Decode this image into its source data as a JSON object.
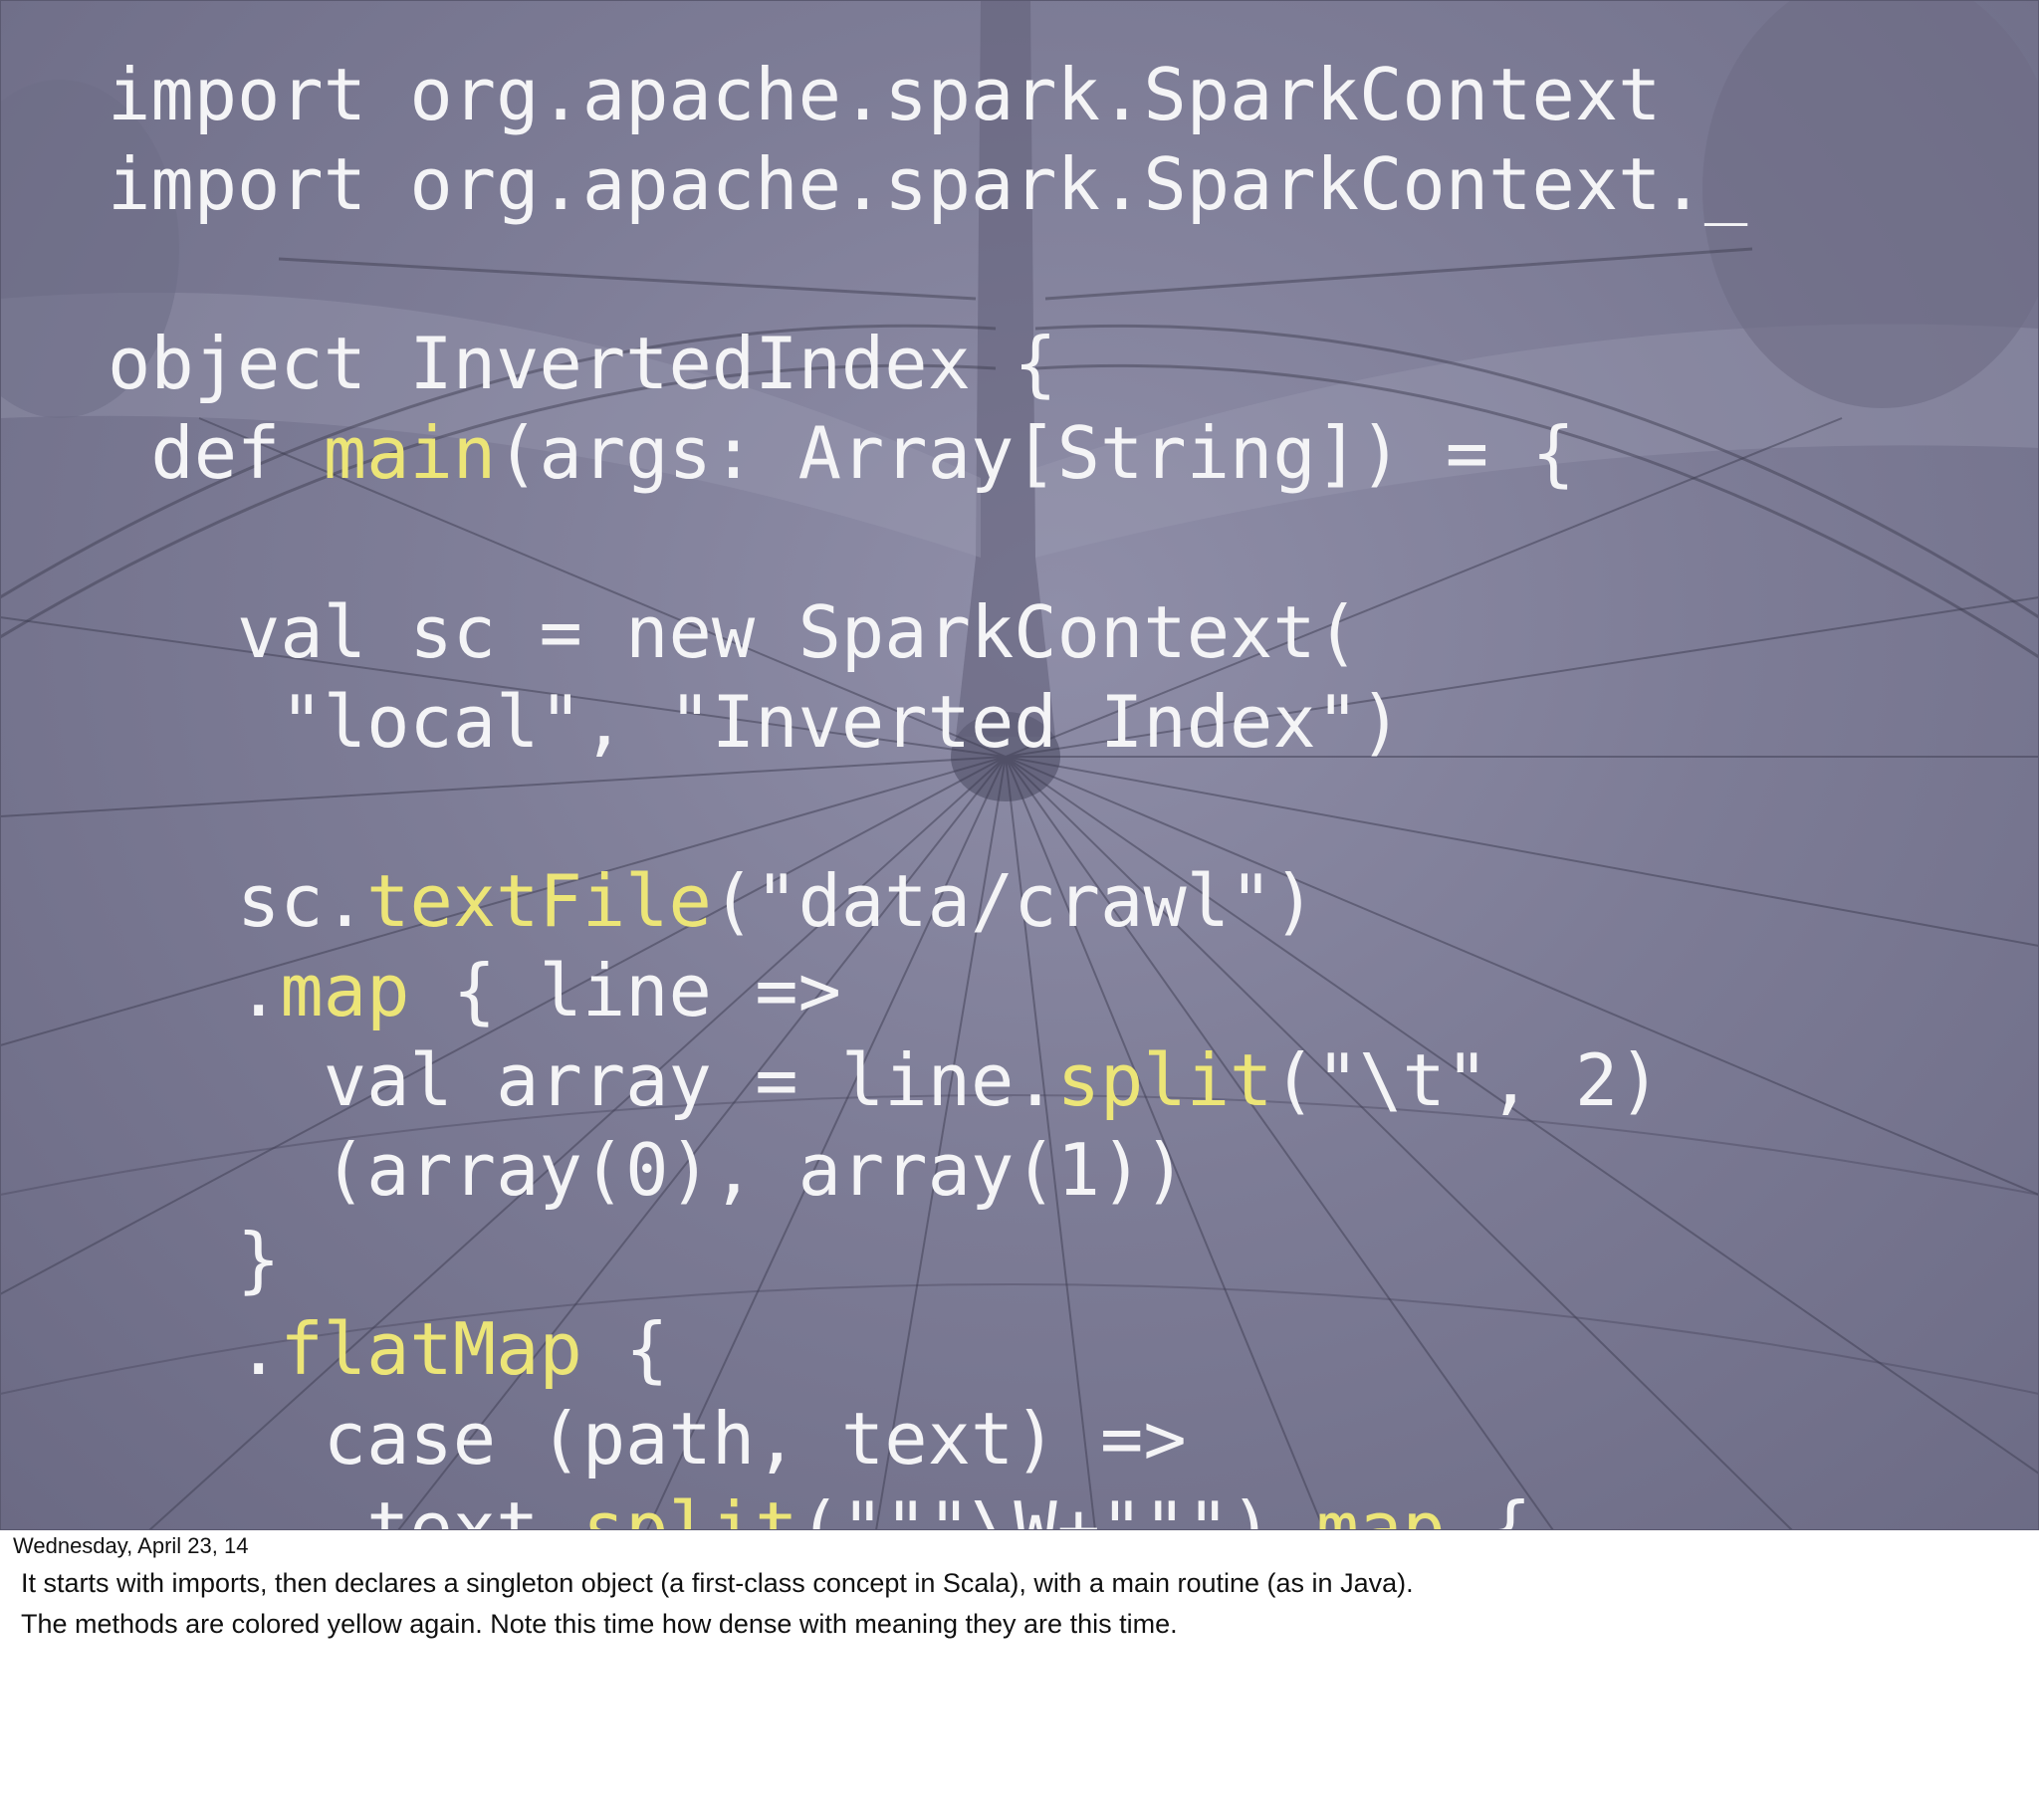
{
  "slide": {
    "background": "ferris-wheel-photo",
    "code_colors": {
      "plain": "#f4f4f6",
      "method": "#ece577"
    },
    "code_lines": [
      {
        "tokens": [
          {
            "t": "import org.apache.spark.SparkContext",
            "k": "plain"
          }
        ]
      },
      {
        "tokens": [
          {
            "t": "import org.apache.spark.SparkContext._",
            "k": "plain"
          }
        ]
      },
      {
        "tokens": []
      },
      {
        "tokens": [
          {
            "t": "object InvertedIndex {",
            "k": "plain"
          }
        ]
      },
      {
        "tokens": [
          {
            "t": " def ",
            "k": "plain"
          },
          {
            "t": "main",
            "k": "method"
          },
          {
            "t": "(args: Array[String]) = {",
            "k": "plain"
          }
        ]
      },
      {
        "tokens": []
      },
      {
        "tokens": [
          {
            "t": "   val sc = new SparkContext(",
            "k": "plain"
          }
        ]
      },
      {
        "tokens": [
          {
            "t": "    \"local\", \"Inverted Index\")",
            "k": "plain"
          }
        ]
      },
      {
        "tokens": []
      },
      {
        "tokens": [
          {
            "t": "   sc.",
            "k": "plain"
          },
          {
            "t": "textFile",
            "k": "method"
          },
          {
            "t": "(\"data/crawl\")",
            "k": "plain"
          }
        ]
      },
      {
        "tokens": [
          {
            "t": "   .",
            "k": "plain"
          },
          {
            "t": "map",
            "k": "method"
          },
          {
            "t": " { line =>",
            "k": "plain"
          }
        ]
      },
      {
        "tokens": [
          {
            "t": "     val array = line.",
            "k": "plain"
          },
          {
            "t": "split",
            "k": "method"
          },
          {
            "t": "(\"\\t\", 2)",
            "k": "plain"
          }
        ]
      },
      {
        "tokens": [
          {
            "t": "     (array(0), array(1))",
            "k": "plain"
          }
        ]
      },
      {
        "tokens": [
          {
            "t": "   }",
            "k": "plain"
          }
        ]
      },
      {
        "tokens": [
          {
            "t": "   .",
            "k": "plain"
          },
          {
            "t": "flatMap",
            "k": "method"
          },
          {
            "t": " {",
            "k": "plain"
          }
        ]
      },
      {
        "tokens": [
          {
            "t": "     case (path, text) =>",
            "k": "plain"
          }
        ]
      },
      {
        "tokens": [
          {
            "t": "      text.",
            "k": "plain"
          },
          {
            "t": "split",
            "k": "method"
          },
          {
            "t": "(\"\"\"\\W+\"\"\").",
            "k": "plain"
          },
          {
            "t": "map",
            "k": "method"
          },
          {
            "t": " {",
            "k": "plain"
          }
        ]
      }
    ]
  },
  "footer": {
    "date": "Wednesday, April 23, 14",
    "notes": [
      "It starts with imports, then declares a singleton object (a first-class concept in Scala), with a main routine (as in Java).",
      "The methods are colored yellow again. Note this time how dense with meaning they are this time."
    ]
  }
}
